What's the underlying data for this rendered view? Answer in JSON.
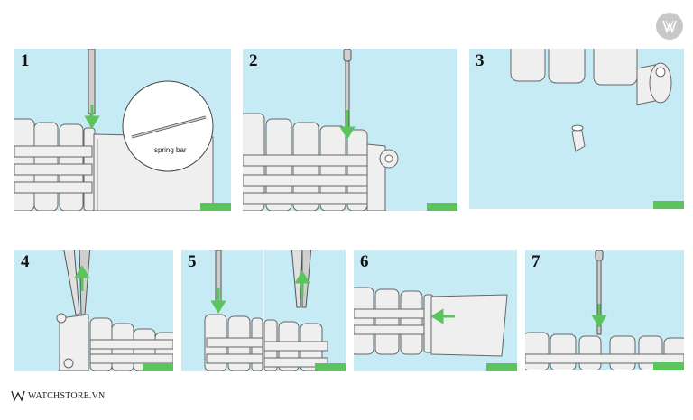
{
  "brand": {
    "name": "WATCHSTORE.VN"
  },
  "callout": {
    "label": "spring bar"
  },
  "steps": [
    {
      "number": "1"
    },
    {
      "number": "2"
    },
    {
      "number": "3"
    },
    {
      "number": "4"
    },
    {
      "number": "5"
    },
    {
      "number": "6"
    },
    {
      "number": "7"
    }
  ],
  "colors": {
    "panel_bg": "#c6ebf4",
    "arrow": "#5cc45c",
    "link_fill": "#eeeeee",
    "link_stroke": "#555555"
  }
}
